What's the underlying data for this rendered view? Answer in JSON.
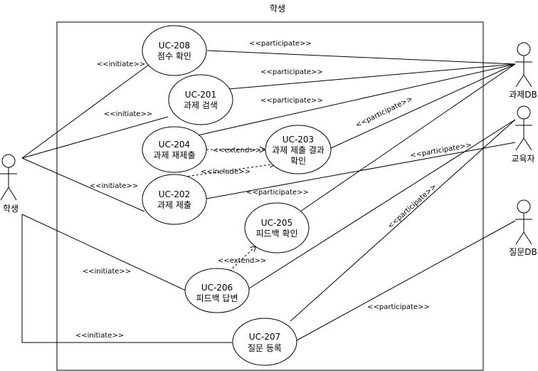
{
  "system_title": "학생",
  "actors": {
    "student": "학생",
    "task_db": "과제DB",
    "educator": "교육자",
    "question_db": "질문DB"
  },
  "use_cases": {
    "uc208": {
      "id": "UC-208",
      "name": "점수 확인"
    },
    "uc201": {
      "id": "UC-201",
      "name": "과제 검색"
    },
    "uc204": {
      "id": "UC-204",
      "name": "과제 재제출"
    },
    "uc203": {
      "id": "UC-203",
      "name1": "과제 제출 결과",
      "name2": "확인"
    },
    "uc202": {
      "id": "UC-202",
      "name": "과제 제출"
    },
    "uc205": {
      "id": "UC-205",
      "name": "피드백 확인"
    },
    "uc206": {
      "id": "UC-206",
      "name": "피드백 답변"
    },
    "uc207": {
      "id": "UC-207",
      "name": "질문 등록"
    }
  },
  "labels": {
    "initiate": "<<initiate>>",
    "participate": "<<participate>>",
    "extend": "<<extend>>",
    "include": "<<include>>"
  }
}
